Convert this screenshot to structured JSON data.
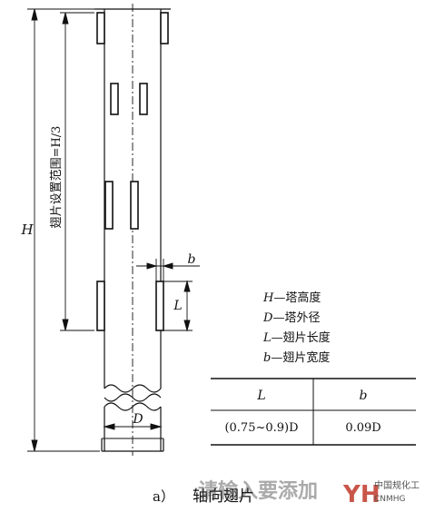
{
  "dimensions": {
    "H": "H",
    "fin_range": "翅片设置范围=H/3",
    "b": "b",
    "L": "L",
    "D": "D"
  },
  "legend": {
    "lines": [
      {
        "sym": "H",
        "text": "—塔高度"
      },
      {
        "sym": "D",
        "text": "—塔外径"
      },
      {
        "sym": "L",
        "text": "—翅片长度"
      },
      {
        "sym": "b",
        "text": "—翅片宽度"
      }
    ]
  },
  "table": {
    "headers": [
      "L",
      "b"
    ],
    "rows": [
      [
        "(0.75~0.9)D",
        "0.09D"
      ]
    ]
  },
  "caption": {
    "label": "a）",
    "text": "轴向翅片"
  },
  "watermark": {
    "overlay_text": "请输入要添加",
    "logo_glyph": "YH",
    "logo_cn": "中国规化工",
    "logo_en": "CNMHG"
  }
}
